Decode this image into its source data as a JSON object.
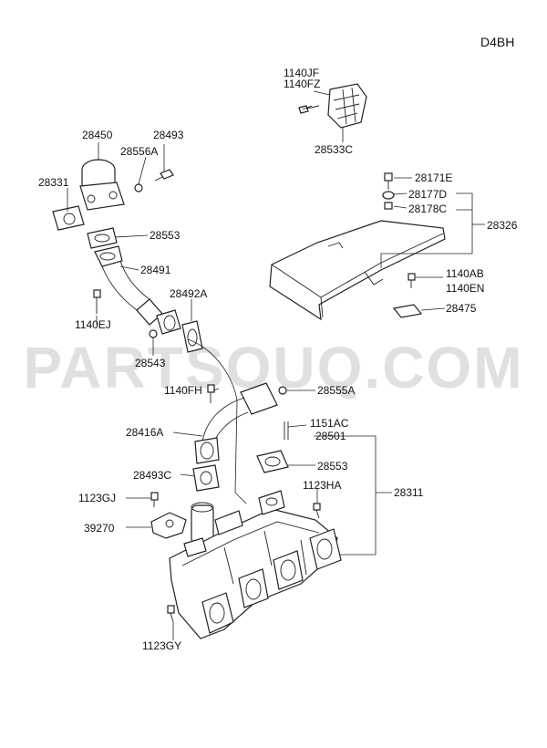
{
  "diagram": {
    "engine_code": "D4BH",
    "watermark": "PARTSOUQ.COM",
    "labels": {
      "p1140JF": "1140JF",
      "p1140FZ": "1140FZ",
      "p28533C": "28533C",
      "p28450": "28450",
      "p28493": "28493",
      "p28556A": "28556A",
      "p28331": "28331",
      "p28171E": "28171E",
      "p28177D": "28177D",
      "p28178C": "28178C",
      "p28326": "28326",
      "p28553_top": "28553",
      "p28491": "28491",
      "p1140AB": "1140AB",
      "p1140EN": "1140EN",
      "p28492A": "28492A",
      "p1140EJ": "1140EJ",
      "p28475": "28475",
      "p28543": "28543",
      "p1140FH": "1140FH",
      "p28555A": "28555A",
      "p1151AC": "1151AC",
      "p28501": "28501",
      "p28416A": "28416A",
      "p28553_mid": "28553",
      "p28493C": "28493C",
      "p1123HA": "1123HA",
      "p28311": "28311",
      "p1123GJ": "1123GJ",
      "p39270": "39270",
      "p1123GY": "1123GY"
    }
  }
}
